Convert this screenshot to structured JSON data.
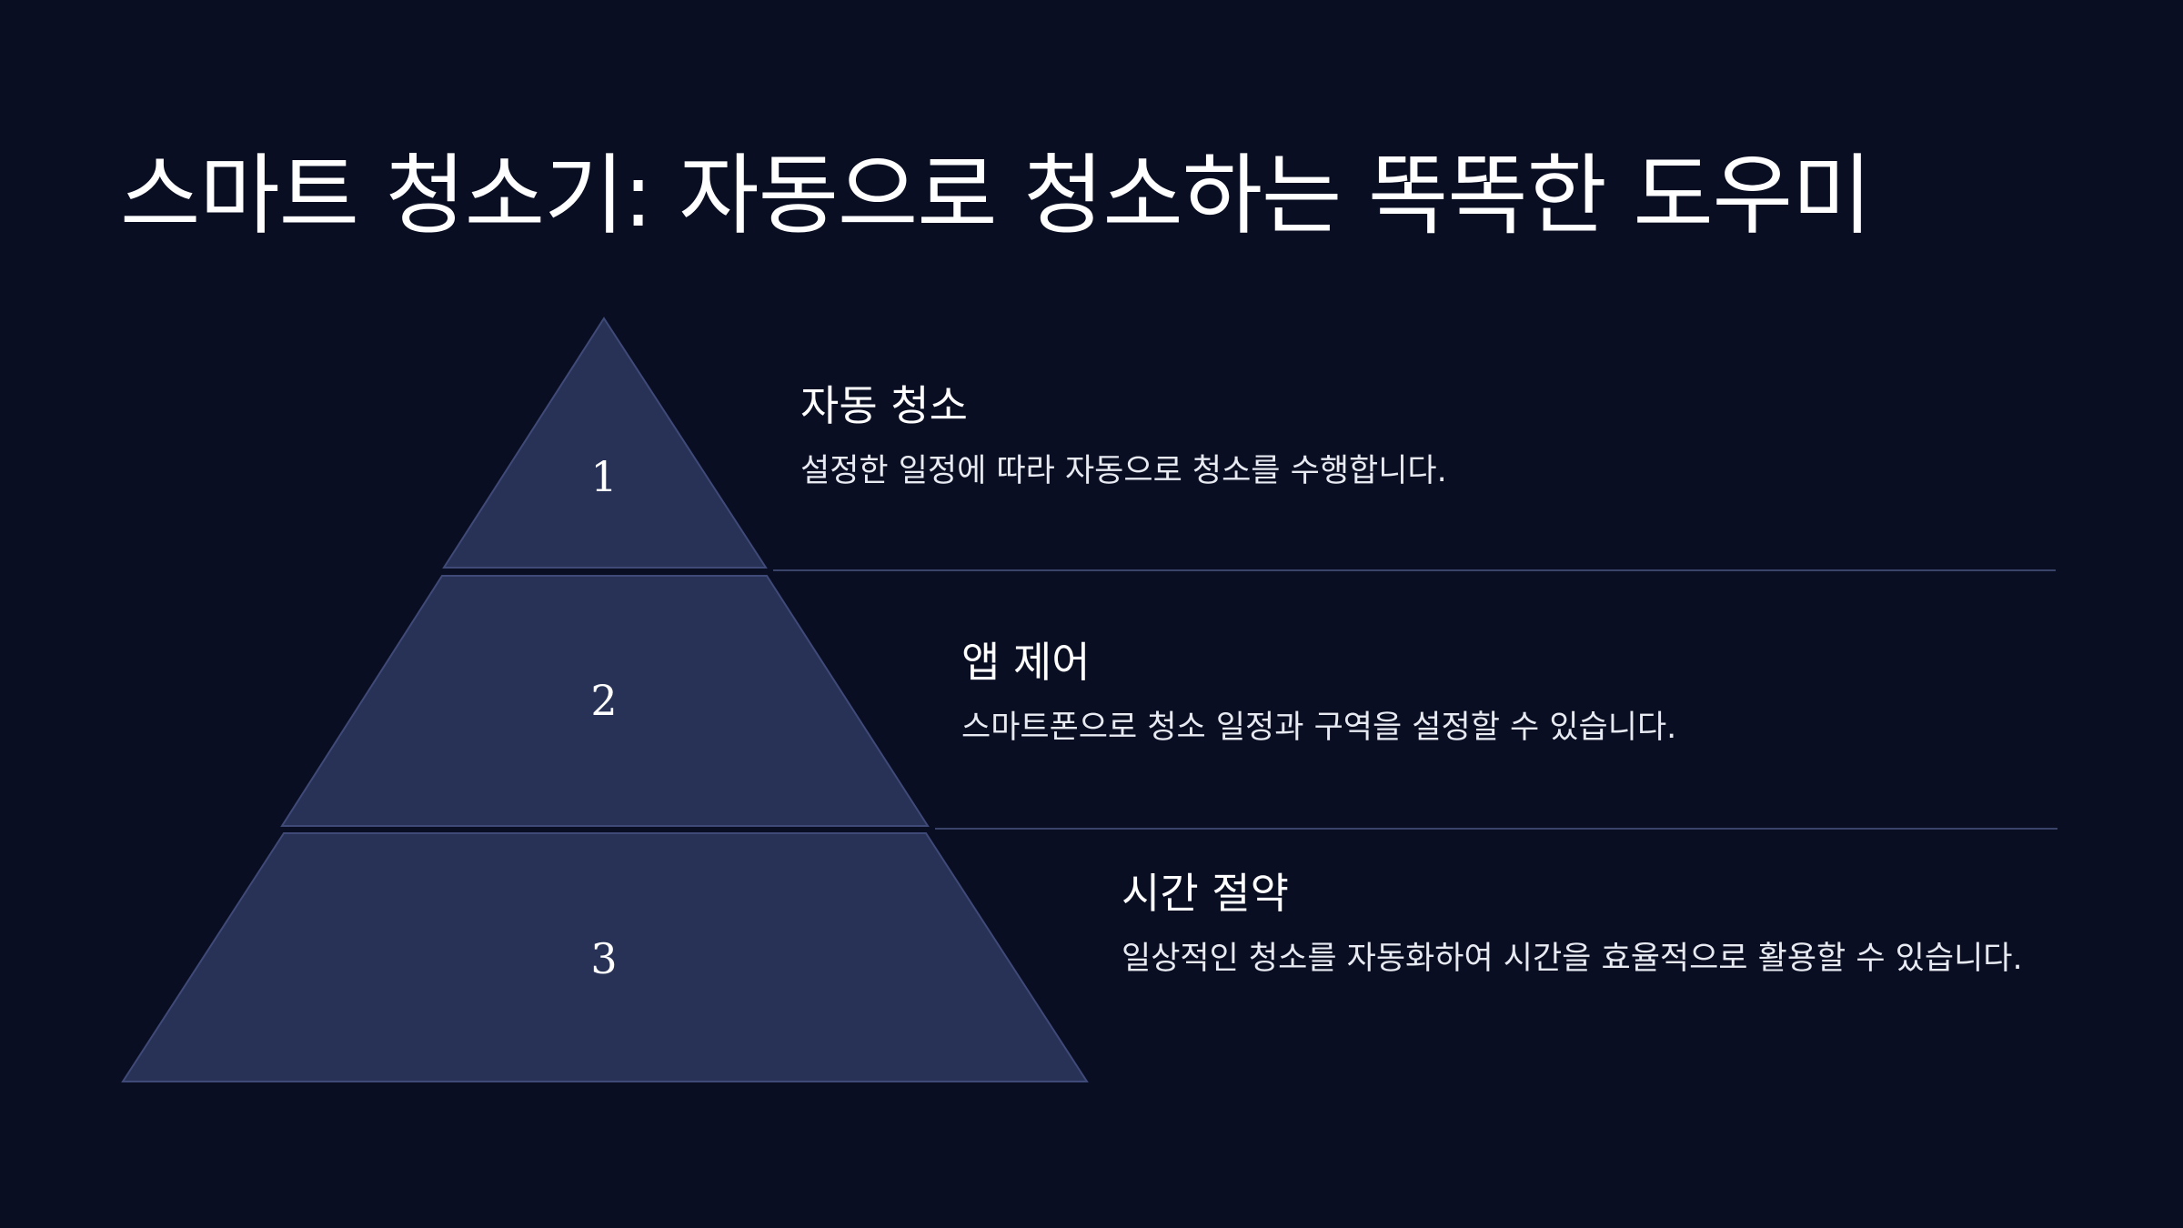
{
  "title": "스마트 청소기: 자동으로 청소하는 똑똑한 도우미",
  "colors": {
    "background": "#0a0e23",
    "tier_fill": "#283256",
    "tier_stroke": "#3f4a78",
    "divider": "#3a4369",
    "text": "#ffffff"
  },
  "items": [
    {
      "number": "1",
      "heading": "자동 청소",
      "description": "설정한 일정에 따라 자동으로 청소를 수행합니다."
    },
    {
      "number": "2",
      "heading": "앱 제어",
      "description": "스마트폰으로 청소 일정과 구역을 설정할 수 있습니다."
    },
    {
      "number": "3",
      "heading": "시간 절약",
      "description": "일상적인 청소를 자동화하여 시간을 효율적으로 활용할 수 있습니다."
    }
  ]
}
